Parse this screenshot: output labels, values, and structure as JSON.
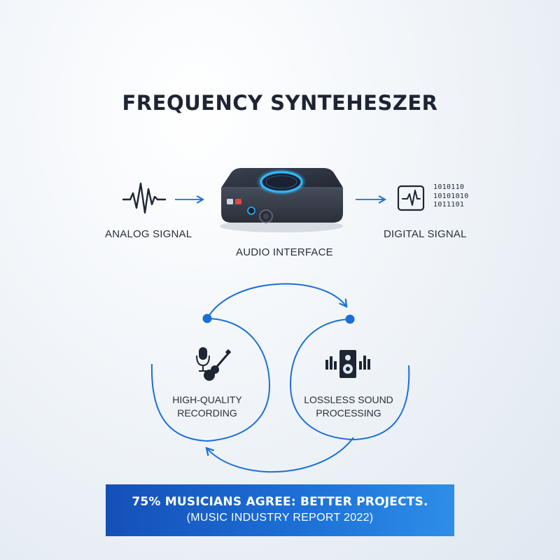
{
  "title": "FREQUENCY SYNTEHESZER",
  "flow": {
    "input_label": "ANALOG SIGNAL",
    "device_label": "AUDIO INTERFACE",
    "output_label": "DIGITAL SIGNAL",
    "binary_lines": [
      "1010110",
      "10101010",
      "1011101"
    ]
  },
  "cycle": {
    "left_label_line1": "HIGH-QUALITY",
    "left_label_line2": "RECORDING",
    "right_label_line1": "LOSSLESS SOUND",
    "right_label_line2": "PROCESSING"
  },
  "banner": {
    "headline": "75% MUSICIANS AGREE: BETTER PROJECTS.",
    "source": "(MUSIC INDUSTRY REPORT 2022)"
  },
  "colors": {
    "accent": "#1a6fd6",
    "glow": "#2fb8ff",
    "banner_start": "#1450b8",
    "banner_end": "#2e8ee8",
    "text": "#1e2533"
  },
  "icons": {
    "input": "waveform-icon",
    "device": "audio-interface-icon",
    "output": "waveform-monitor-icon",
    "left_cycle": "microphone-guitar-icon",
    "right_cycle": "speaker-equalizer-icon"
  }
}
